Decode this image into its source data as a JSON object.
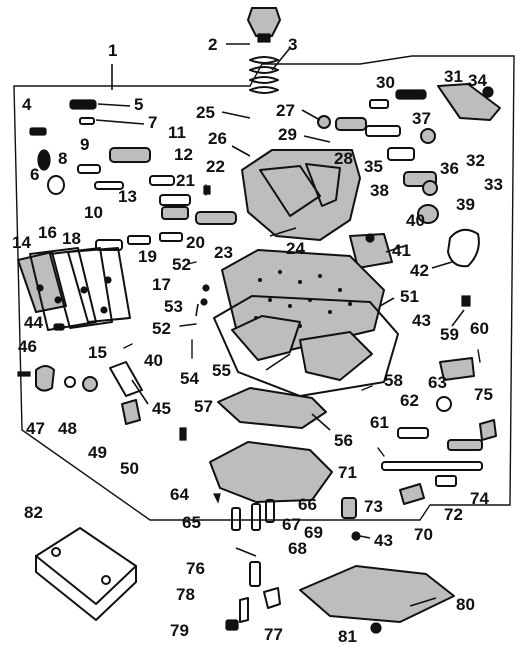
{
  "callouts": [
    "1",
    "2",
    "3",
    "4",
    "5",
    "6",
    "7",
    "8",
    "9",
    "10",
    "11",
    "12",
    "13",
    "14",
    "15",
    "16",
    "17",
    "18",
    "19",
    "20",
    "21",
    "22",
    "23",
    "24",
    "25",
    "26",
    "27",
    "28",
    "29",
    "30",
    "31",
    "32",
    "33",
    "34",
    "35",
    "36",
    "37",
    "38",
    "39",
    "40",
    "40",
    "41",
    "42",
    "43",
    "43",
    "44",
    "45",
    "46",
    "47",
    "48",
    "49",
    "50",
    "51",
    "52",
    "52",
    "53",
    "54",
    "55",
    "56",
    "57",
    "58",
    "59",
    "60",
    "61",
    "62",
    "63",
    "64",
    "65",
    "66",
    "67",
    "68",
    "69",
    "70",
    "71",
    "72",
    "73",
    "74",
    "75",
    "76",
    "77",
    "78",
    "79",
    "80",
    "81",
    "82"
  ]
}
